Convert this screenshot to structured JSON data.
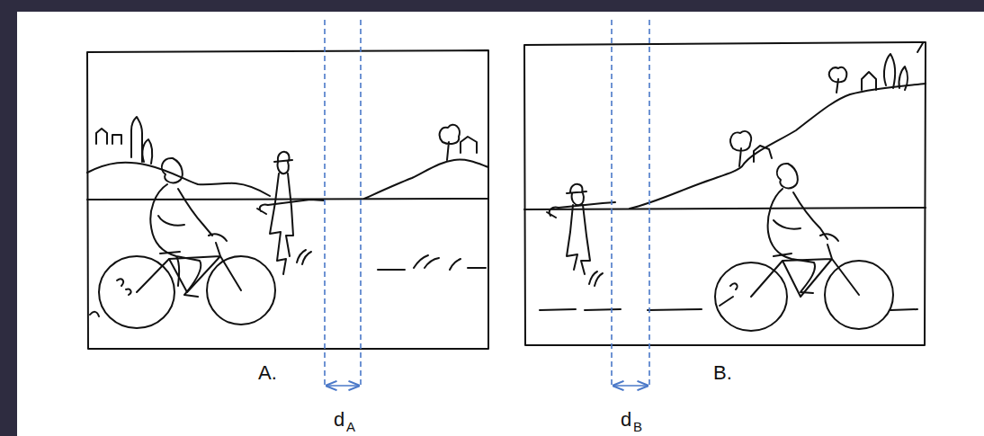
{
  "diagram": {
    "labels": [
      "A.",
      "d",
      "A",
      "d",
      "B",
      "B."
    ]
  }
}
